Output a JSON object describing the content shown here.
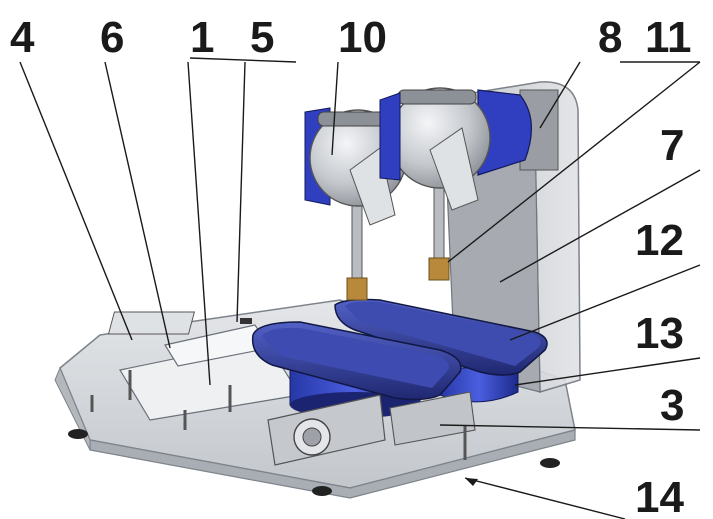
{
  "figure": {
    "callouts": [
      {
        "id": "c4",
        "text": "4"
      },
      {
        "id": "c6",
        "text": "6"
      },
      {
        "id": "c1",
        "text": "1"
      },
      {
        "id": "c5",
        "text": "5"
      },
      {
        "id": "c10",
        "text": "10"
      },
      {
        "id": "c8",
        "text": "8"
      },
      {
        "id": "c11",
        "text": "11"
      },
      {
        "id": "c7",
        "text": "7"
      },
      {
        "id": "c12",
        "text": "12"
      },
      {
        "id": "c13",
        "text": "13"
      },
      {
        "id": "c3",
        "text": "3"
      },
      {
        "id": "c14",
        "text": "14"
      }
    ],
    "colors": {
      "base": "#d7dade",
      "base_edge": "#7d848b",
      "metal": "#c9ccd0",
      "tray_blue": "#3a47a8",
      "tray_dark": "#232c7a",
      "cylinder_blue": "#2f3fbf",
      "bracket": "#b9bcc2",
      "brass": "#b8893a",
      "line": "#1a1a1a"
    }
  }
}
